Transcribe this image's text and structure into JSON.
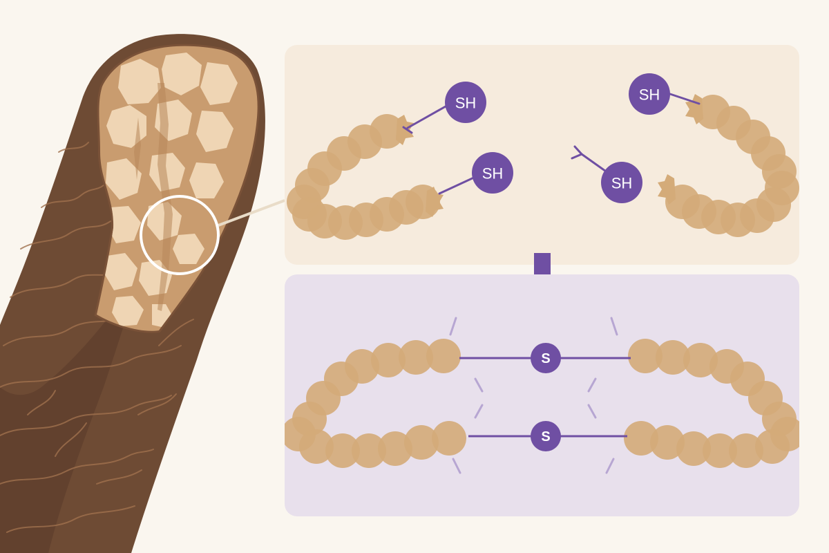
{
  "colors": {
    "background": "#faf6ef",
    "hair_shaft": "#6e4b34",
    "hair_shaft_dark": "#4f3324",
    "cuticle_line": "#a0714e",
    "cortex_fill": "#e8c9a0",
    "cortex_cell": "#f2d9b8",
    "top_panel": "#f6ebdd",
    "bottom_panel": "#e8e0ec",
    "bead": "#d4ab79",
    "accent_purple": "#6f4fa3",
    "dash_purple": "#b7a6d2"
  },
  "top_panel": {
    "sulfhydryl_groups": [
      {
        "label": "SH"
      },
      {
        "label": "SH"
      },
      {
        "label": "SH"
      },
      {
        "label": "SH"
      }
    ]
  },
  "arrow": {
    "direction": "down"
  },
  "bottom_panel": {
    "disulfide_bonds": [
      {
        "label": "S"
      },
      {
        "label": "S"
      }
    ]
  }
}
